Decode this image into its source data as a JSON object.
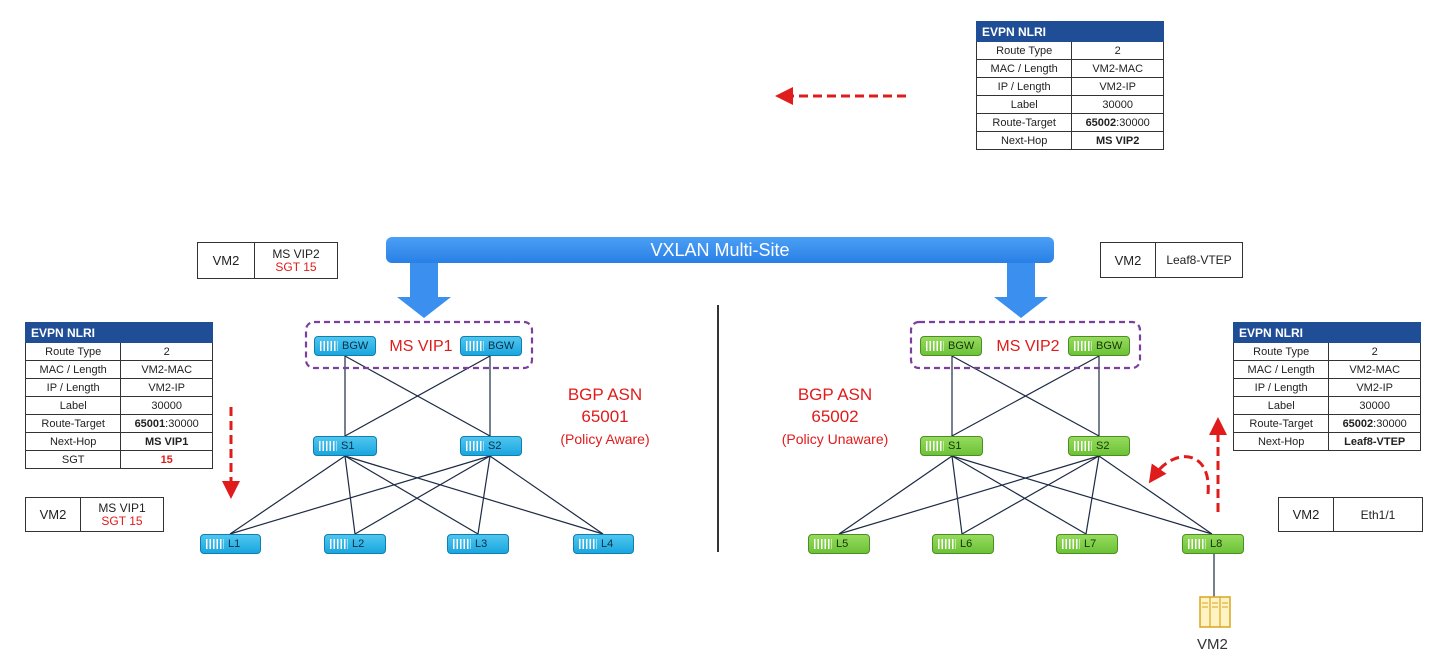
{
  "top_nlri": {
    "title": "EVPN NLRI",
    "rows": [
      [
        "Route Type",
        "2"
      ],
      [
        "MAC / Length",
        "VM2-MAC"
      ],
      [
        "IP / Length",
        "VM2-IP"
      ],
      [
        "Label",
        "30000"
      ]
    ],
    "rt_label": "Route-Target",
    "rt_bold": "65002",
    "rt_rest": ":30000",
    "nh_label": "Next-Hop",
    "nh_value": "MS VIP2"
  },
  "left_nlri": {
    "title": "EVPN NLRI",
    "rows": [
      [
        "Route Type",
        "2"
      ],
      [
        "MAC / Length",
        "VM2-MAC"
      ],
      [
        "IP / Length",
        "VM2-IP"
      ],
      [
        "Label",
        "30000"
      ]
    ],
    "rt_label": "Route-Target",
    "rt_bold": "65001",
    "rt_rest": ":30000",
    "nh_label": "Next-Hop",
    "nh_value": "MS VIP1",
    "sgt_label": "SGT",
    "sgt_value": "15"
  },
  "right_nlri": {
    "title": "EVPN NLRI",
    "rows": [
      [
        "Route Type",
        "2"
      ],
      [
        "MAC / Length",
        "VM2-MAC"
      ],
      [
        "IP / Length",
        "VM2-IP"
      ],
      [
        "Label",
        "30000"
      ]
    ],
    "rt_label": "Route-Target",
    "rt_bold": "65002",
    "rt_rest": ":30000",
    "nh_label": "Next-Hop",
    "nh_value": "Leaf8-VTEP"
  },
  "entry_top_left": {
    "vm": "VM2",
    "nh": "MS VIP2",
    "sgt": "SGT 15"
  },
  "entry_bottom_left": {
    "vm": "VM2",
    "nh": "MS VIP1",
    "sgt": "SGT 15"
  },
  "entry_top_right": {
    "vm": "VM2",
    "nh": "Leaf8-VTEP"
  },
  "entry_bottom_right": {
    "vm": "VM2",
    "nh": "Eth1/1"
  },
  "multisite_label": "VXLAN Multi-Site",
  "site1": {
    "vip": "MS VIP1",
    "asn_title": "BGP ASN",
    "asn": "65001",
    "policy": "(Policy Aware)",
    "bgw": [
      "BGW",
      "BGW"
    ],
    "spines": [
      "S1",
      "S2"
    ],
    "leaves": [
      "L1",
      "L2",
      "L3",
      "L4"
    ]
  },
  "site2": {
    "vip": "MS VIP2",
    "asn_title": "BGP ASN",
    "asn": "65002",
    "policy": "(Policy Unaware)",
    "bgw": [
      "BGW",
      "BGW"
    ],
    "spines": [
      "S1",
      "S2"
    ],
    "leaves": [
      "L5",
      "L6",
      "L7",
      "L8"
    ]
  },
  "host_label": "VM2",
  "icons": [
    "left-arrow-icon",
    "down-arrow-icon",
    "up-arrow-icon",
    "curved-arrow-icon",
    "server-icon"
  ],
  "colors": {
    "site1": "#19a6df",
    "site2": "#6cc236",
    "accent": "#e01b1b",
    "band": "#3b8fef",
    "vip_box": "#7b3fa0",
    "header": "#1f4e96"
  }
}
